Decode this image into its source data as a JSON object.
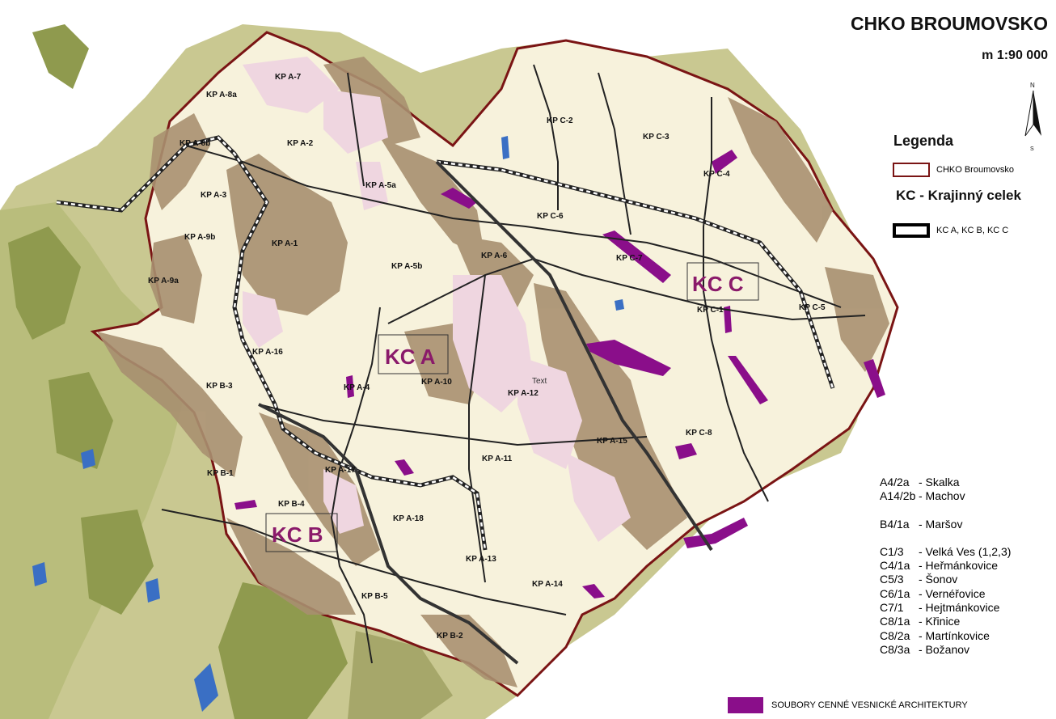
{
  "title": "CHKO BROUMOVSKO",
  "scale": "m 1:90 000",
  "legend": {
    "heading": "Legenda",
    "boundary_label": "CHKO Broumovsko",
    "kc_heading": "KC - Krajinný celek",
    "kc_label": "KC A, KC B, KC C",
    "boundary_color": "#7a1414",
    "kc_color": "#000000"
  },
  "north_labels": {
    "n": "N",
    "s": "S"
  },
  "landscape_units": [
    {
      "id": "kc-a",
      "label": "KC A"
    },
    {
      "id": "kc-b",
      "label": "KC B"
    },
    {
      "id": "kc-c",
      "label": "KC C"
    }
  ],
  "kp_labels": [
    "KP A-7",
    "KP A-8a",
    "KP A-8b",
    "KP A-2",
    "KP A-3",
    "KP A-5a",
    "KP A-9b",
    "KP A-1",
    "KP A-9a",
    "KP A-5b",
    "KP A-6",
    "KP A-16",
    "KP A-4",
    "KP A-10",
    "KP A-12",
    "KP A-15",
    "KP A-11",
    "KP A-17",
    "KP A-18",
    "KP A-13",
    "KP A-14",
    "KP B-3",
    "KP B-1",
    "KP B-4",
    "KP B-5",
    "KP B-2",
    "KP C-2",
    "KP C-3",
    "KP C-4",
    "KP C-6",
    "KP C-7",
    "KP C-1",
    "KP C-5",
    "KP C-8"
  ],
  "map_text": "Text",
  "village_codes": [
    {
      "code": "A4/2a",
      "name": "- Skalka"
    },
    {
      "code": "A14/2b",
      "name": "- Machov"
    },
    {
      "code": "B4/1a",
      "name": "- Maršov"
    },
    {
      "code": "C1/3",
      "name": "- Velká Ves (1,2,3)"
    },
    {
      "code": "C4/1a",
      "name": "- Heřmánkovice"
    },
    {
      "code": "C5/3",
      "name": "- Šonov"
    },
    {
      "code": "C6/1a",
      "name": "- Vernéřovice"
    },
    {
      "code": "C7/1",
      "name": "- Hejtmánkovice"
    },
    {
      "code": "C8/1a",
      "name": "- Křinice"
    },
    {
      "code": "C8/2a",
      "name": "- Martínkovice"
    },
    {
      "code": "C8/3a",
      "name": "- Božanov"
    }
  ],
  "architecture_label": "SOUBORY CENNÉ VESNICKÉ ARCHITEKTURY",
  "colors": {
    "land_inside": "#f7f2dc",
    "forest": "#a89070",
    "outside_land": "#c9c891",
    "outside_forest": "#8f9a4e",
    "pink_zone": "#efd6e0",
    "architecture": "#8a0e8a",
    "water": "#3a6fc4"
  }
}
